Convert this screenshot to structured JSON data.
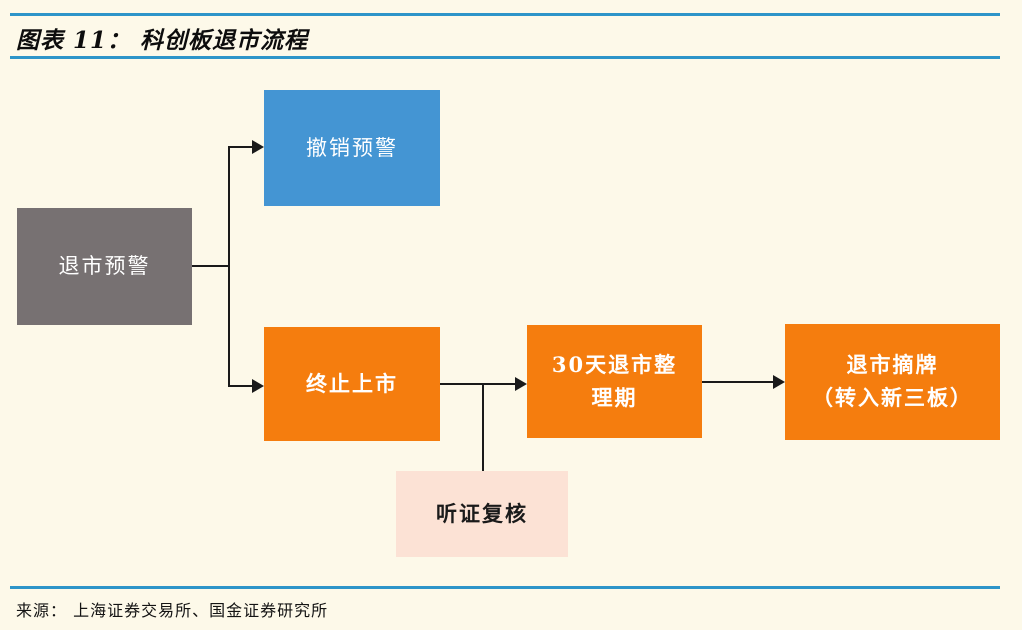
{
  "page": {
    "title": "图表 11： 科创板退市流程",
    "source": "来源： 上海证券交易所、国金证券研究所"
  },
  "colors": {
    "background": "#FDF9E9",
    "rule_blue": "#2E95C9",
    "node_gray": "#777172",
    "node_blue": "#4495D3",
    "node_orange": "#F57D0E",
    "node_pink": "#FCE2D5",
    "connector": "#1A1A1A",
    "node_text_light": "#FFFFFF",
    "node_text_dark": "#1A1A1A"
  },
  "flowchart": {
    "nodes": [
      {
        "id": "delist-warning",
        "label": "退市预警",
        "color": "#777172"
      },
      {
        "id": "revoke-warning",
        "label": "撤销预警",
        "color": "#4495D3"
      },
      {
        "id": "terminate-listing",
        "label": "终止上市",
        "color": "#F57D0E"
      },
      {
        "id": "consolidation-period",
        "label": "30天退市整\n理期",
        "color": "#F57D0E"
      },
      {
        "id": "delist-transfer",
        "label": "退市摘牌\n（转入新三板）",
        "color": "#F57D0E"
      },
      {
        "id": "hearing-review",
        "label": "听证复核",
        "color": "#FCE2D5"
      }
    ],
    "edges": [
      {
        "from": "delist-warning",
        "to": "revoke-warning",
        "arrow": true
      },
      {
        "from": "delist-warning",
        "to": "terminate-listing",
        "arrow": true
      },
      {
        "from": "terminate-listing",
        "to": "consolidation-period",
        "arrow": true
      },
      {
        "from": "terminate-listing",
        "to": "hearing-review",
        "arrow": false
      },
      {
        "from": "consolidation-period",
        "to": "delist-transfer",
        "arrow": true
      }
    ]
  }
}
